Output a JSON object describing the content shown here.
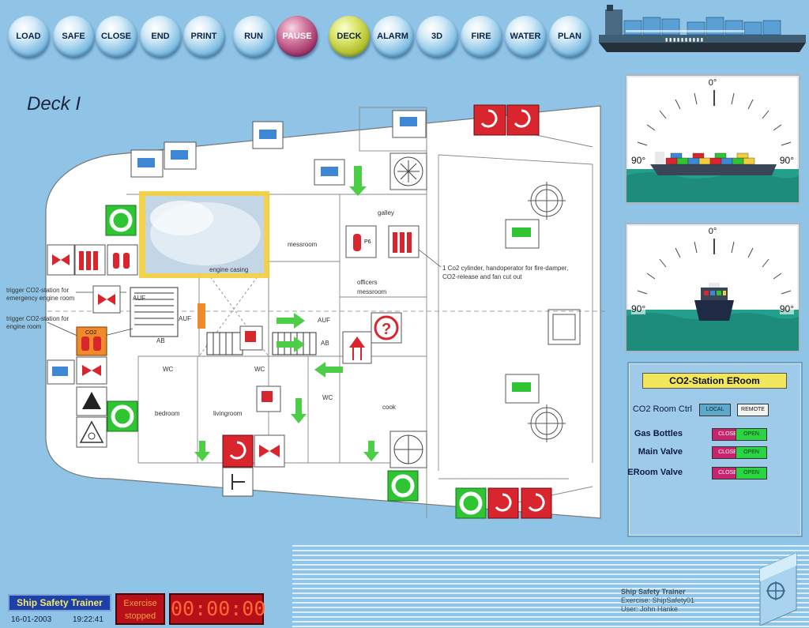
{
  "toolbar": {
    "buttons": [
      {
        "label": "LOAD"
      },
      {
        "label": "SAFE"
      },
      {
        "label": "CLOSE"
      },
      {
        "label": "END"
      },
      {
        "label": "PRINT"
      },
      {
        "label": "RUN"
      },
      {
        "label": "PAUSE"
      },
      {
        "label": "DECK"
      },
      {
        "label": "ALARM"
      },
      {
        "label": "3D"
      },
      {
        "label": "FIRE"
      },
      {
        "label": "WATER"
      },
      {
        "label": "PLAN"
      }
    ]
  },
  "deck": {
    "title": "Deck I",
    "rooms": {
      "engine_casing": "engine casing",
      "messroom": "messroom",
      "galley": "galley",
      "officers_messroom_1": "officers",
      "officers_messroom_2": "messroom",
      "wc": "WC",
      "bedroom": "bedroom",
      "livingroom": "livingroom",
      "cook": "cook",
      "auf": "AUF",
      "ab": "AB",
      "p6": "P6"
    },
    "annotations": {
      "trigger_emergency_1": "trigger CO2-station for",
      "trigger_emergency_2": "emergency engine room",
      "trigger_engine_1": "trigger CO2-station for",
      "trigger_engine_2": "engine room",
      "co2_cylinder_1": "1 Co2 cylinder, handoperator for fire-damper,",
      "co2_cylinder_2": "CO2-release and fan cut out",
      "co2_label": "CO2"
    }
  },
  "attitude": {
    "roll": {
      "zero": "0°",
      "left": "90°",
      "right": "90°",
      "angle_deg": 0
    },
    "pitch": {
      "zero": "0°",
      "left": "90°",
      "right": "90°",
      "angle_deg": 0
    }
  },
  "co2_panel": {
    "title": "CO2-Station ERoom",
    "rows": [
      {
        "label": "CO2 Room Ctrl",
        "buttons": [
          "LOCAL",
          "REMOTE"
        ]
      },
      {
        "label": "Gas Bottles",
        "buttons": [
          "CLOSE",
          "OPEN"
        ]
      },
      {
        "label": "Main Valve",
        "buttons": [
          "CLOSE",
          "OPEN"
        ]
      },
      {
        "label": "ERoom Valve",
        "buttons": [
          "CLOSE",
          "OPEN"
        ]
      }
    ]
  },
  "status": {
    "trainer": "Ship Safety Trainer",
    "date": "16-01-2003",
    "time": "19:22:41",
    "exercise_1": "Exercise",
    "exercise_2": "stopped",
    "timer": "00:00:00",
    "info": [
      "Ship Safety Trainer",
      "Exercise: ShipSafety01",
      "User:   John Hanke"
    ]
  },
  "colors": {
    "background": "#8fc4e6",
    "fire_icon": "#d8252e",
    "lifebuoy_icon": "#2ec432",
    "flow_arrow": "#4ccf46"
  }
}
